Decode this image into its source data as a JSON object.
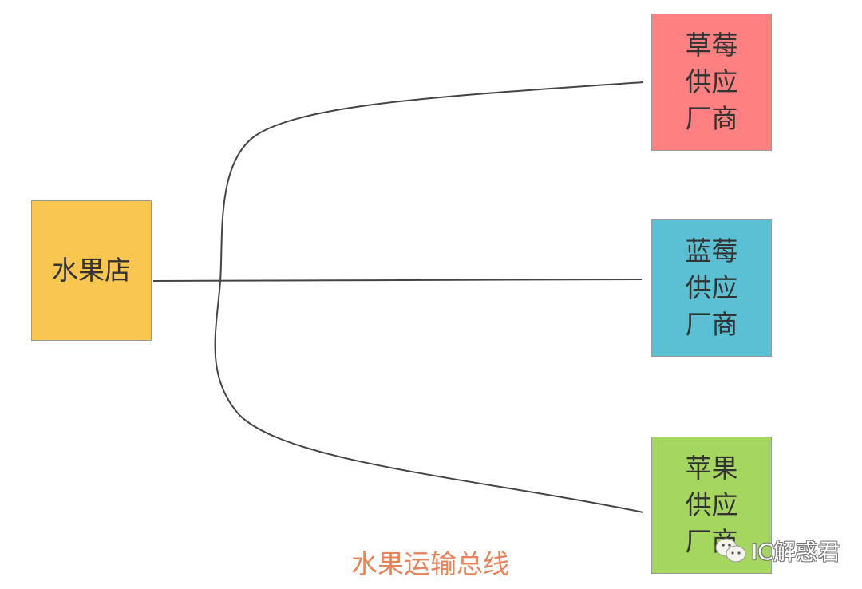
{
  "diagram": {
    "shop": {
      "label": "水果店",
      "color": "#F9C74F"
    },
    "suppliers": [
      {
        "label": "草莓\n供应\n厂商",
        "color": "#FF8080"
      },
      {
        "label": "蓝莓\n供应\n厂商",
        "color": "#5BC0D4"
      },
      {
        "label": "苹果\n供应\n厂商",
        "color": "#A5D65F"
      }
    ],
    "bus_label": "水果运输总线",
    "bus_label_color": "#E8825A",
    "line_color": "#444444"
  },
  "watermark": {
    "icon": "wechat-icon",
    "text": "IC解惑君"
  }
}
